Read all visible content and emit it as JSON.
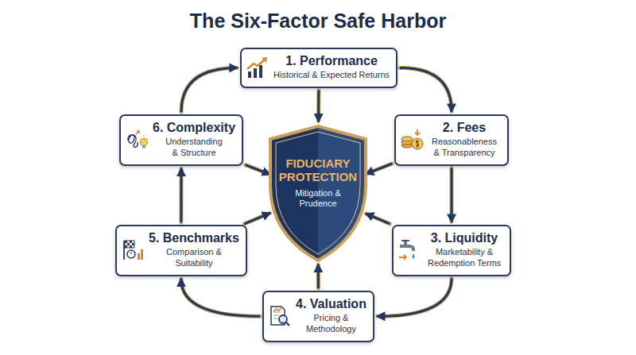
{
  "diagram": {
    "title": "The Six-Factor Safe Harbor",
    "nodes": [
      {
        "text": [
          "1. Performance",
          "Historical & Expected Returns"
        ]
      },
      {
        "text": [
          "2. Fees",
          "Reasonableness & Transparency"
        ]
      },
      {
        "text": [
          "3. Liquidity",
          "Marketability & Redemption Terms"
        ]
      },
      {
        "text": [
          "4. Valuation",
          "Pricing & Methodology"
        ]
      },
      {
        "text": [
          "5. Benchmarks",
          "Comparison & Suitability"
        ]
      },
      {
        "text": [
          "6. Complexity",
          "Understanding & Structure"
        ]
      },
      {
        "text": [
          "FIDUCIARY PROTECTION",
          "Mitigation & Prudence"
        ]
      }
    ],
    "edges": [
      {
        "from": 0,
        "to": 1,
        "arrow": "to"
      },
      {
        "from": 1,
        "to": 2,
        "arrow": "to"
      },
      {
        "from": 2,
        "to": 3,
        "arrow": "to"
      },
      {
        "from": 3,
        "to": 4,
        "arrow": "to"
      },
      {
        "from": 4,
        "to": 5,
        "arrow": "to"
      },
      {
        "from": 5,
        "to": 0,
        "arrow": "to"
      },
      {
        "from": 0,
        "to": 6,
        "arrow": "to"
      },
      {
        "from": 1,
        "to": 6,
        "arrow": "to"
      },
      {
        "from": 2,
        "to": 6,
        "arrow": "to"
      },
      {
        "from": 3,
        "to": 6,
        "arrow": "to"
      },
      {
        "from": 4,
        "to": 6,
        "arrow": "to"
      },
      {
        "from": 5,
        "to": 6,
        "arrow": "to"
      }
    ]
  }
}
